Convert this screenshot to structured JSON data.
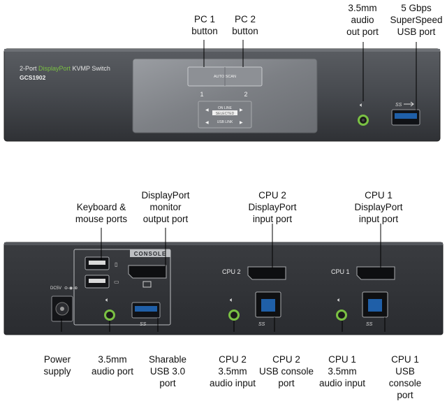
{
  "front": {
    "model_text_1": "2-Port ",
    "model_text_accent": "DisplayPort",
    "model_text_2": " KVMP Switch",
    "model_number": "GCS1902",
    "auto_scan": "AUTO SCAN",
    "port_1": "1",
    "port_2": "2",
    "on_line": "ON LINE",
    "selected": "SELECTED",
    "usb_link": "USB LINK",
    "ss_logo": "SS",
    "callouts": {
      "pc1": "PC 1\nbutton",
      "pc2": "PC 2\nbutton",
      "audio": "3.5mm\naudio\nout port",
      "usb": "5 Gbps\nSuperSpeed\nUSB port"
    }
  },
  "back": {
    "console_label": "CONSOLE",
    "dc_label": "DC5V",
    "cpu2_label": "CPU 2",
    "cpu1_label": "CPU 1",
    "ss_logo": "SS",
    "callouts": {
      "keyboard": "Keyboard &\nmouse ports",
      "monitor": "DisplayPort\nmonitor\noutput port",
      "cpu2_dp": "CPU 2\nDisplayPort\ninput port",
      "cpu1_dp": "CPU 1\nDisplayPort\ninput port",
      "power": "Power\nsupply",
      "audio": "3.5mm\naudio port",
      "sharable_usb": "Sharable\nUSB 3.0\nport",
      "cpu2_audio": "CPU 2\n3.5mm\naudio input",
      "cpu2_usb": "CPU 2\nUSB console\nport",
      "cpu1_audio": "CPU 1\n3.5mm\naudio input",
      "cpu1_usb": "CPU 1\nUSB console\nport"
    }
  },
  "colors": {
    "chassis": "#4a4d52",
    "accent_green": "#7ac143",
    "usb3_blue": "#1f5fa8"
  }
}
